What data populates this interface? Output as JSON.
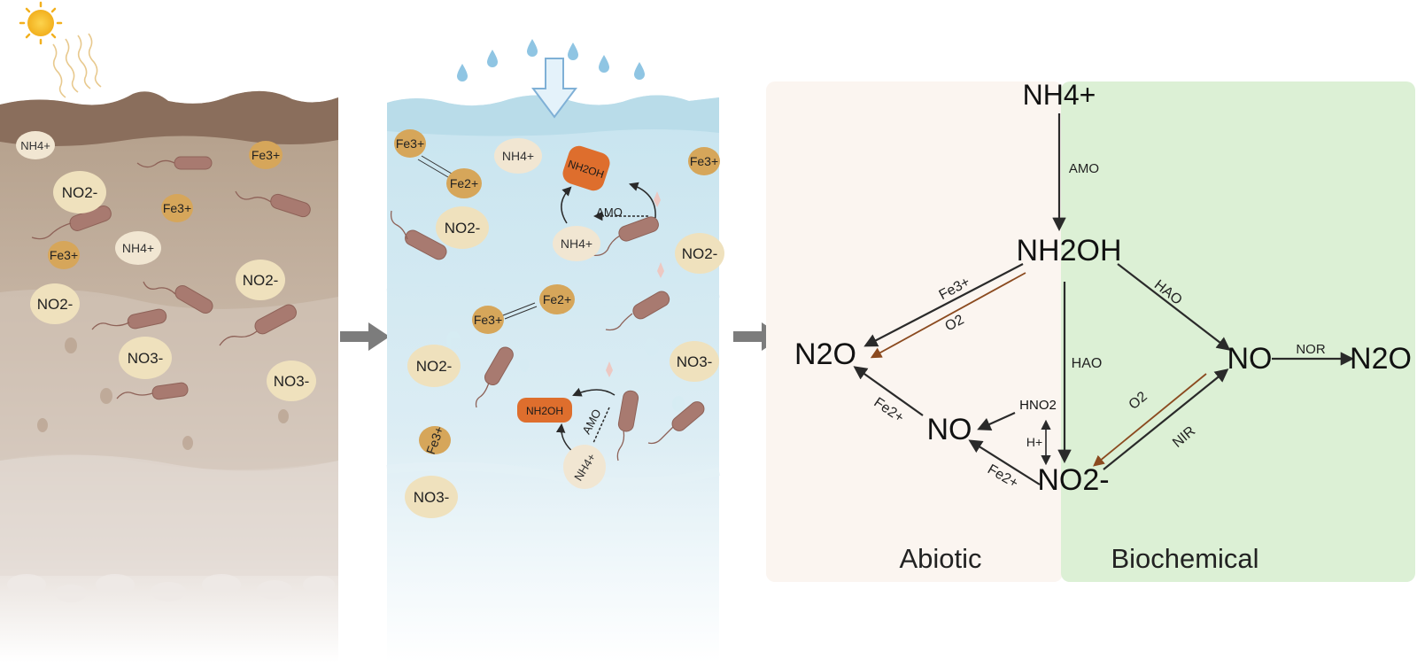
{
  "panel1": {
    "labels": {
      "nh4_a": "NH4+",
      "fe3_a": "Fe3+",
      "no2_a": "NO2-",
      "fe3_b": "Fe3+",
      "fe3_c": "Fe3+",
      "nh4_b": "NH4+",
      "no2_b": "NO2-",
      "no2_c": "NO2-",
      "no3_a": "NO3-",
      "no3_b": "NO3-"
    }
  },
  "panel2": {
    "labels": {
      "fe3_a": "Fe3+",
      "fe2_a": "Fe2+",
      "nh4_a": "NH4+",
      "nh2oh_a": "NH2OH",
      "amo_a": "AMO",
      "fe3_b": "Fe3+",
      "no2_a": "NO2-",
      "nh4_b": "NH4+",
      "no2_b": "NO2-",
      "fe3_c": "Fe3+",
      "fe2_b": "Fe2+",
      "no2_c": "NO2-",
      "no3_a": "NO3-",
      "nh2oh_b": "NH2OH",
      "amo_b": "AMO",
      "fe3_d": "Fe3+",
      "nh4_c": "NH4+",
      "no3_b": "NO3-"
    }
  },
  "pathway": {
    "nodes": {
      "nh4": "NH4+",
      "nh2oh": "NH2OH",
      "n2o_left": "N2O",
      "no_mid": "NO",
      "no2": "NO2-",
      "no_right": "NO",
      "n2o_right": "N2O",
      "hno2": "HNO2"
    },
    "edge_labels": {
      "amo": "AMO",
      "fe3": "Fe3+",
      "o2_a": "O2",
      "hao_a": "HAO",
      "hao_b": "HAO",
      "fe2_a": "Fe2+",
      "fe2_b": "Fe2+",
      "h_plus": "H+",
      "o2_b": "O2",
      "nir": "NIR",
      "nor": "NOR"
    },
    "regions": {
      "abiotic": "Abiotic",
      "biochemical": "Biochemical"
    },
    "colors": {
      "abiotic_bg": "#fbf5f0",
      "biochemical_bg": "#dcf0d5",
      "arrow": "#2a2a2a",
      "o2_arrow": "#8b4a1f"
    }
  }
}
